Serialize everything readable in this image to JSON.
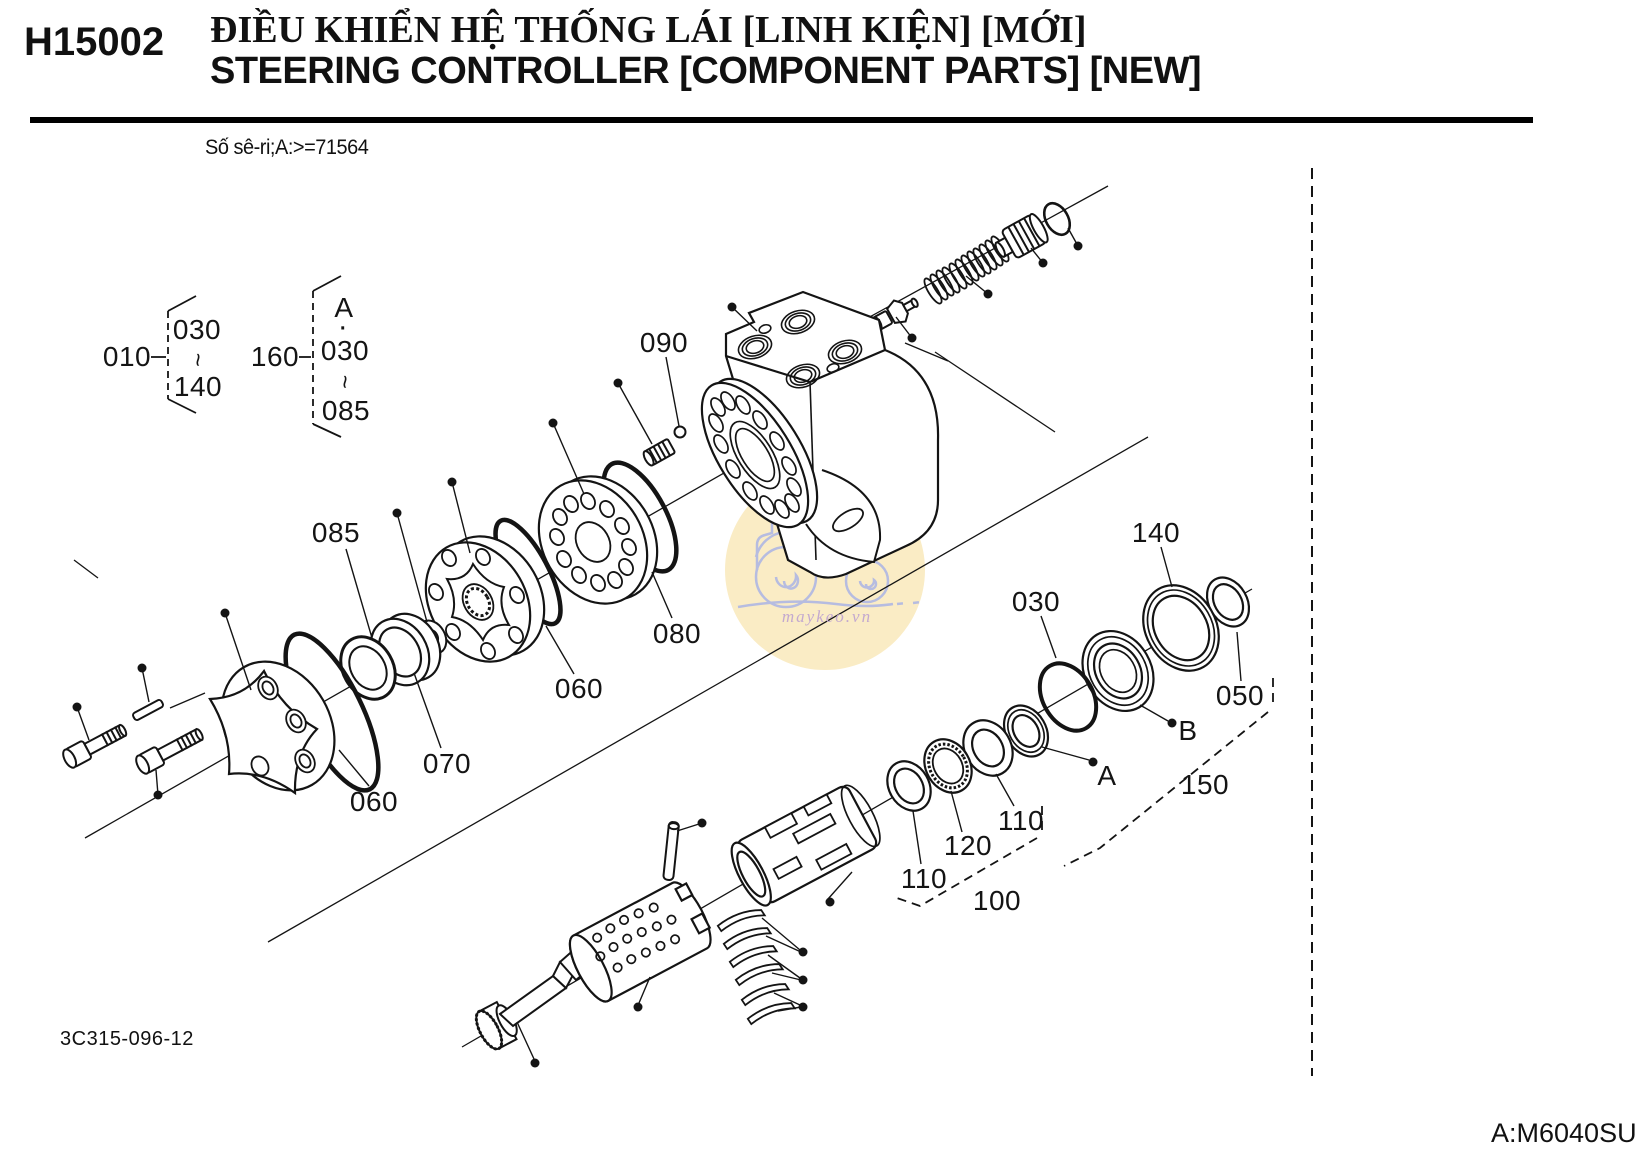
{
  "header": {
    "code": "H15002",
    "title_vi": "ĐIỀU KHIỂN HỆ THỐNG LÁI [LINH KIỆN] [MỚI]",
    "title_en": "STEERING CONTROLLER [COMPONENT PARTS] [NEW]"
  },
  "serial_note": "Số sê-ri;A:>=71564",
  "ref_groups": [
    {
      "ref": "010",
      "lines": [
        "030",
        "~",
        "140"
      ]
    },
    {
      "ref": "160",
      "lines": [
        "A",
        "·",
        "030",
        "~",
        "085"
      ]
    }
  ],
  "callouts": [
    {
      "id": "090",
      "text": "090"
    },
    {
      "id": "085",
      "text": "085"
    },
    {
      "id": "080",
      "text": "080"
    },
    {
      "id": "060-mid",
      "text": "060"
    },
    {
      "id": "070",
      "text": "070"
    },
    {
      "id": "060-left",
      "text": "060"
    },
    {
      "id": "030",
      "text": "030"
    },
    {
      "id": "140",
      "text": "140"
    },
    {
      "id": "050",
      "text": "050"
    },
    {
      "id": "B",
      "text": "B"
    },
    {
      "id": "A",
      "text": "A"
    },
    {
      "id": "150",
      "text": "150"
    },
    {
      "id": "110-right",
      "text": "110"
    },
    {
      "id": "120",
      "text": "120"
    },
    {
      "id": "110-left",
      "text": "110"
    },
    {
      "id": "100",
      "text": "100"
    }
  ],
  "footer": {
    "drawing_code": "3C315-096-12",
    "model_note": "A:M6040SU"
  },
  "watermark": {
    "text": "maykeo.vn",
    "circle_color": "#FAECC5",
    "art_color": "#b6bce0",
    "text_color": "#c3a9cf"
  },
  "line_color": "#141414"
}
